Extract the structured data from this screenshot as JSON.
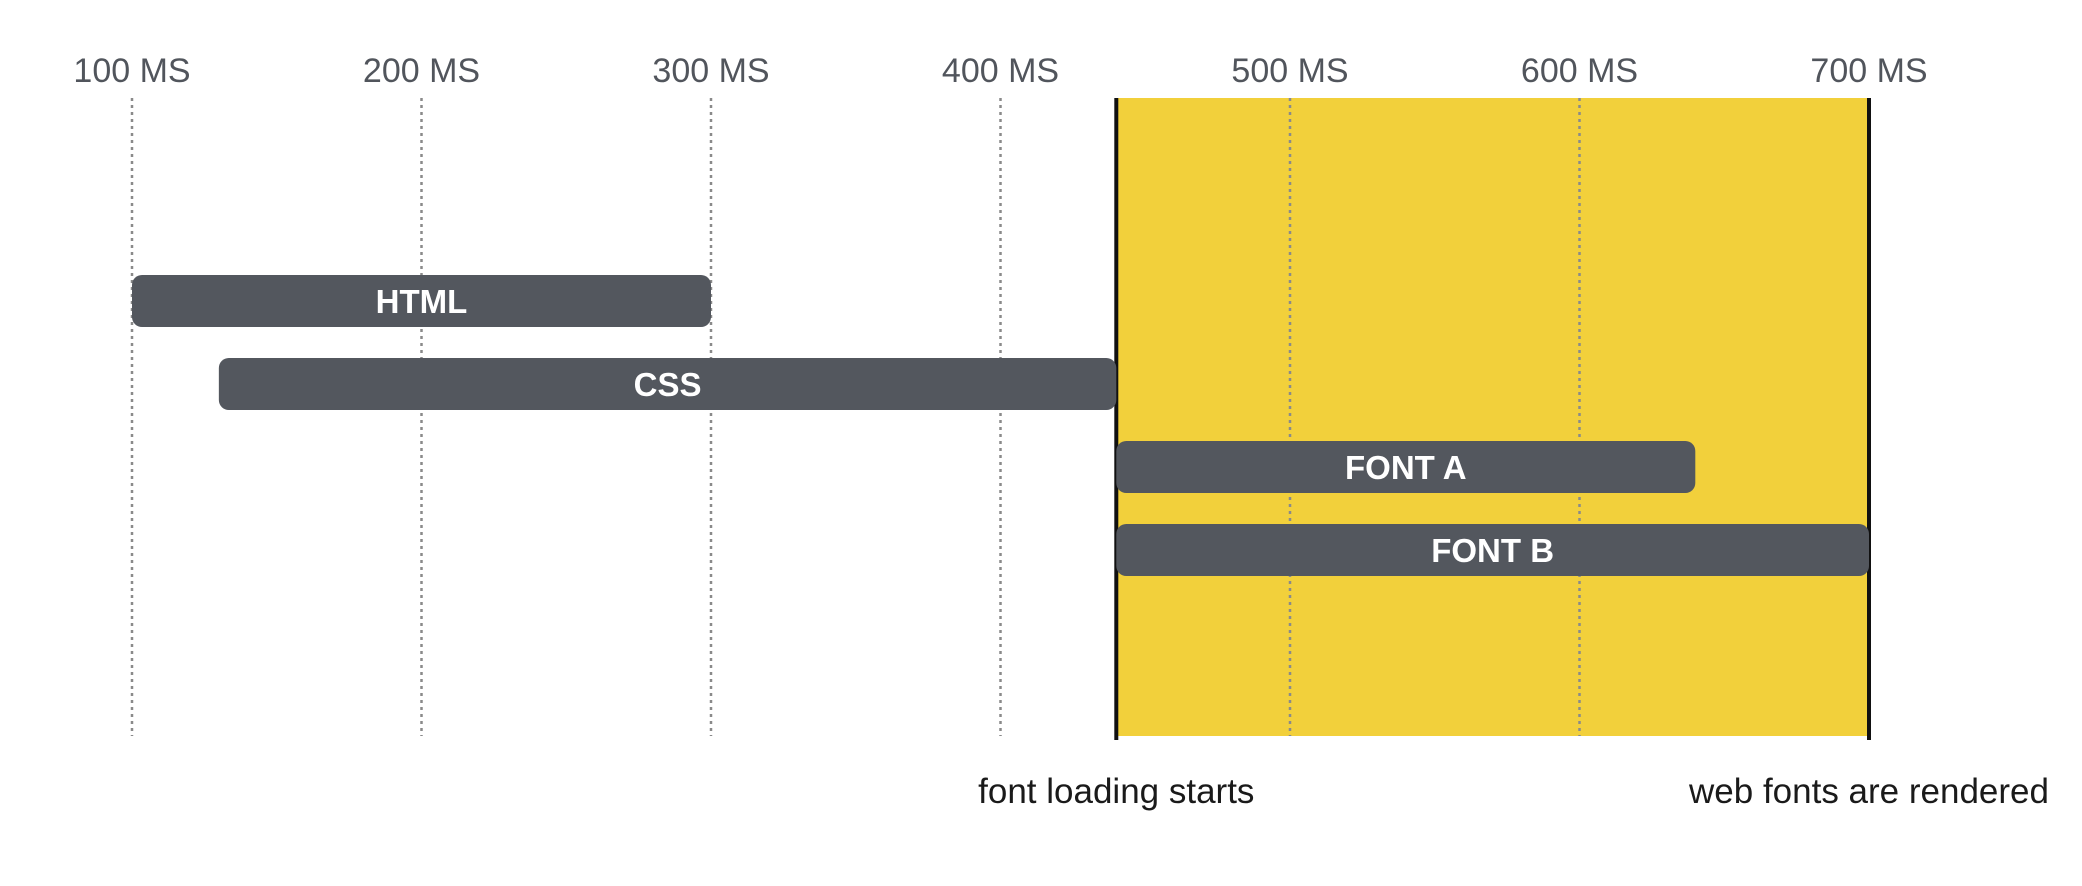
{
  "chart_data": {
    "type": "bar",
    "subtype": "timeline",
    "title": "",
    "xlabel": "",
    "ylabel": "",
    "x_unit": "ms",
    "xlim": [
      100,
      700
    ],
    "ticks": [
      {
        "value": 100,
        "label": "100 MS"
      },
      {
        "value": 200,
        "label": "200 MS"
      },
      {
        "value": 300,
        "label": "300 MS"
      },
      {
        "value": 400,
        "label": "400 MS"
      },
      {
        "value": 500,
        "label": "500 MS"
      },
      {
        "value": 600,
        "label": "600 MS"
      },
      {
        "value": 700,
        "label": "700 MS"
      }
    ],
    "grid": "vertical dotted",
    "bars": [
      {
        "label": "HTML",
        "start": 100,
        "end": 300
      },
      {
        "label": "CSS",
        "start": 130,
        "end": 440
      },
      {
        "label": "FONT A",
        "start": 440,
        "end": 640
      },
      {
        "label": "FONT B",
        "start": 440,
        "end": 700
      }
    ],
    "highlight": {
      "start": 440,
      "end": 700
    },
    "markers": [
      {
        "value": 440,
        "label": "font loading starts"
      },
      {
        "value": 700,
        "label": "web fonts are rendered"
      }
    ]
  },
  "colors": {
    "bar": "#53575e",
    "bar_text": "#ffffff",
    "highlight": "#f2d03b",
    "grid": "#8a8a8a",
    "tick_text": "#51555c",
    "marker_line": "#111111",
    "marker_text": "#1a1a1a"
  }
}
